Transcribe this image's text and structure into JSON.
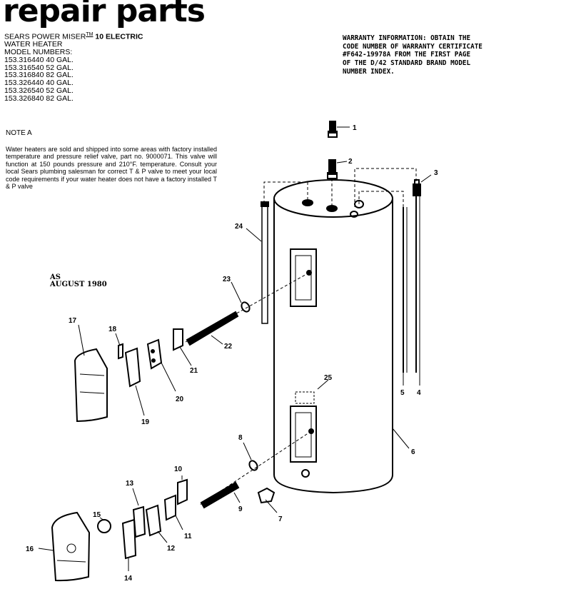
{
  "title": "repair parts",
  "product": {
    "line1": "SEARS POWER MISER",
    "tm": "TM",
    "line1_tail": "10 ELECTRIC",
    "line2": "WATER HEATER",
    "line3": "MODEL NUMBERS:",
    "models": [
      "153.316440 40 Gal.",
      "153.316540 52 Gal.",
      "153.316840 82 Gal.",
      "153.326440 40 Gal.",
      "153.326540 52 Gal.",
      "153.326840 82 Gal."
    ]
  },
  "note": {
    "heading": "NOTE A",
    "body": "Water heaters are sold and shipped into some areas with factory installed temperature and pressure relief valve, part no. 9000071. This valve will function at 150 pounds pressure and 210°F. temperature. Consult your local Sears plumbing salesman for correct T & P valve to meet your local code requirements if your water heater does not have a factory installed T & P valve"
  },
  "warranty": "WARRANTY INFORMATION: OBTAIN THE\nCODE NUMBER OF WARRANTY CERTIFICATE\n#F642-19978A FROM THE FIRST PAGE\nOF THE D/42 STANDARD BRAND MODEL\nNUMBER INDEX.",
  "date_code": "AS\nAUGUST 1980",
  "part_labels": [
    "1",
    "2",
    "3",
    "4",
    "5",
    "6",
    "7",
    "8",
    "9",
    "10",
    "11",
    "12",
    "13",
    "14",
    "15",
    "16",
    "17",
    "18",
    "19",
    "20",
    "21",
    "22",
    "23",
    "24",
    "25"
  ]
}
